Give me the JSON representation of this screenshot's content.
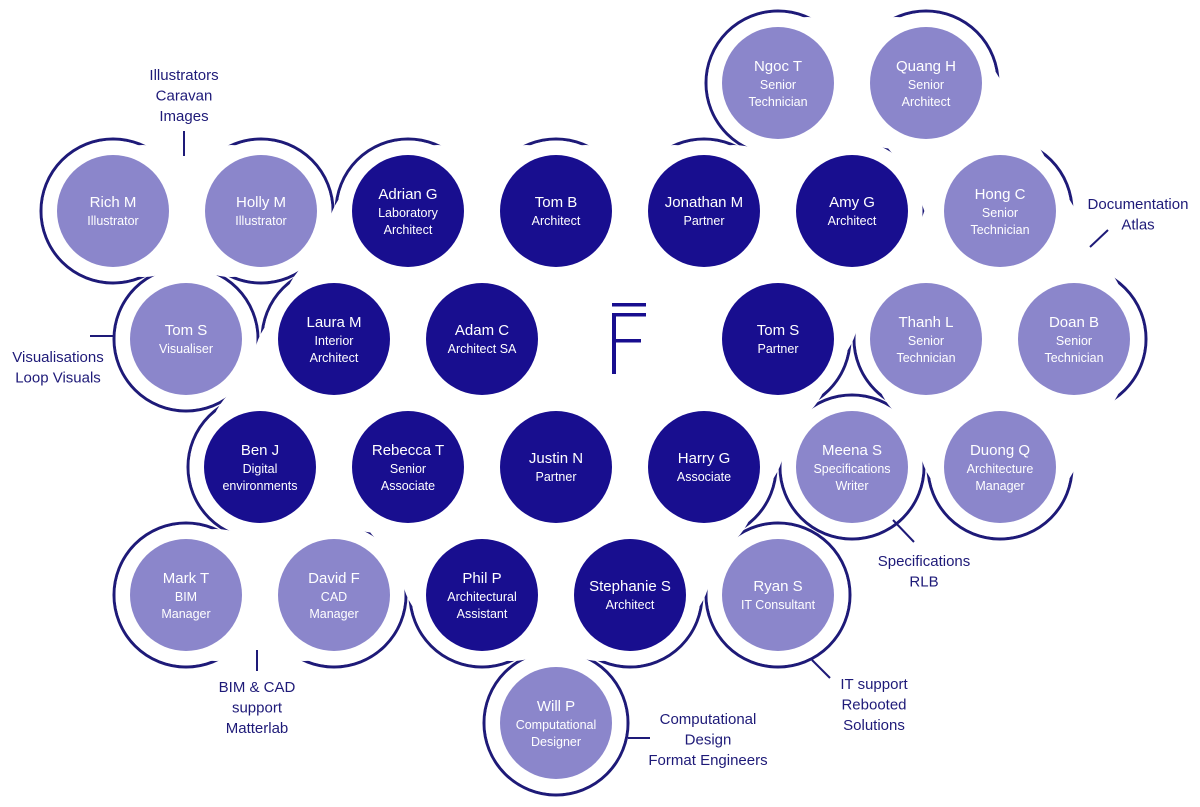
{
  "colors": {
    "core": "#180e8f",
    "external": "#8b86cb",
    "outline": "#1e1a78",
    "background": "#ffffff"
  },
  "logo": {
    "icon": "f-monogram-icon",
    "letter": "F"
  },
  "core_team": [
    {
      "name": "Adrian G",
      "role": [
        "Laboratory",
        "Architect"
      ]
    },
    {
      "name": "Tom B",
      "role": [
        "Architect"
      ]
    },
    {
      "name": "Jonathan M",
      "role": [
        "Partner"
      ]
    },
    {
      "name": "Amy G",
      "role": [
        "Architect"
      ]
    },
    {
      "name": "Laura M",
      "role": [
        "Interior",
        "Architect"
      ]
    },
    {
      "name": "Adam C",
      "role": [
        "Architect SA"
      ]
    },
    {
      "name": "Tom S",
      "role": [
        "Partner"
      ]
    },
    {
      "name": "Ben J",
      "role": [
        "Digital",
        "environments"
      ]
    },
    {
      "name": "Rebecca T",
      "role": [
        "Senior",
        "Associate"
      ]
    },
    {
      "name": "Justin N",
      "role": [
        "Partner"
      ]
    },
    {
      "name": "Harry G",
      "role": [
        "Associate"
      ]
    },
    {
      "name": "Phil P",
      "role": [
        "Architectural",
        "Assistant"
      ]
    },
    {
      "name": "Stephanie S",
      "role": [
        "Architect"
      ]
    }
  ],
  "groups": [
    {
      "label": [
        "Illustrators",
        "Caravan",
        "Images"
      ],
      "members": [
        {
          "name": "Rich M",
          "role": [
            "Illustrator"
          ]
        },
        {
          "name": "Holly M",
          "role": [
            "Illustrator"
          ]
        }
      ]
    },
    {
      "label": [
        "Visualisations",
        "Loop Visuals"
      ],
      "members": [
        {
          "name": "Tom S",
          "role": [
            "Visualiser"
          ]
        }
      ]
    },
    {
      "label": [
        "BIM & CAD",
        "support",
        "Matterlab"
      ],
      "members": [
        {
          "name": "Mark T",
          "role": [
            "BIM",
            "Manager"
          ]
        },
        {
          "name": "David F",
          "role": [
            "CAD",
            "Manager"
          ]
        }
      ]
    },
    {
      "label": [
        "Computational",
        "Design",
        "Format Engineers"
      ],
      "members": [
        {
          "name": "Will P",
          "role": [
            "Computational",
            "Designer"
          ]
        }
      ]
    },
    {
      "label": [
        "IT support",
        "Rebooted",
        "Solutions"
      ],
      "members": [
        {
          "name": "Ryan S",
          "role": [
            "IT Consultant"
          ]
        }
      ]
    },
    {
      "label": [
        "Specifications",
        "RLB"
      ],
      "members": [
        {
          "name": "Meena S",
          "role": [
            "Specifications",
            "Writer"
          ]
        }
      ]
    },
    {
      "label": [
        "Documentation",
        "Atlas"
      ],
      "members": [
        {
          "name": "Ngoc T",
          "role": [
            "Senior",
            "Technician"
          ]
        },
        {
          "name": "Quang H",
          "role": [
            "Senior",
            "Architect"
          ]
        },
        {
          "name": "Hong C",
          "role": [
            "Senior",
            "Technician"
          ]
        },
        {
          "name": "Thanh L",
          "role": [
            "Senior",
            "Technician"
          ]
        },
        {
          "name": "Doan B",
          "role": [
            "Senior",
            "Technician"
          ]
        },
        {
          "name": "Duong Q",
          "role": [
            "Architecture",
            "Manager"
          ]
        }
      ]
    }
  ]
}
